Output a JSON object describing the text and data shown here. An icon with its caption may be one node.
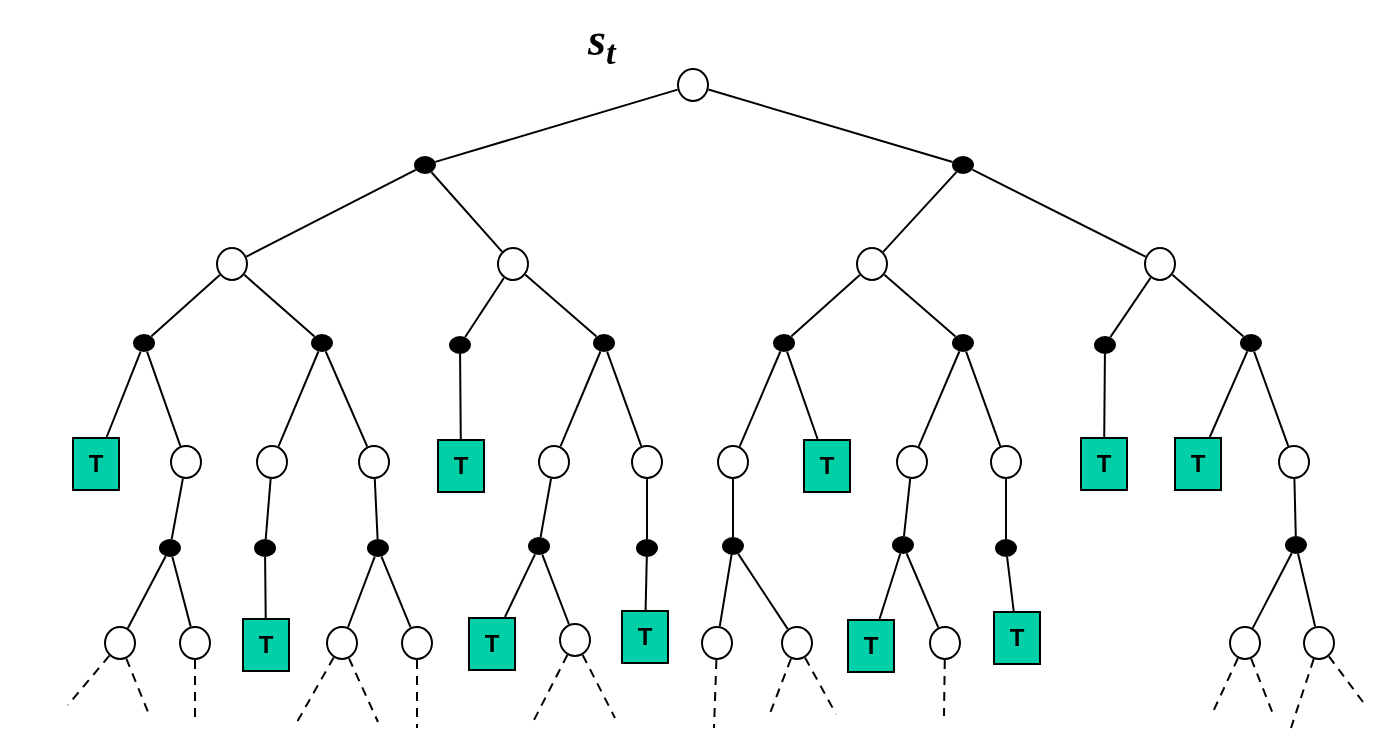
{
  "diagram": {
    "nodes": [
      {
        "text": [],
        "shape": "circle",
        "beside": [
          "s$_{t}$"
        ]
      },
      {
        "text": [],
        "shape": "dot"
      },
      {
        "text": [],
        "shape": "dot"
      },
      {
        "text": [],
        "shape": "circle"
      },
      {
        "text": [],
        "shape": "circle"
      },
      {
        "text": [],
        "shape": "circle"
      },
      {
        "text": [],
        "shape": "circle"
      },
      {
        "text": [],
        "shape": "dot"
      },
      {
        "text": [],
        "shape": "dot"
      },
      {
        "text": [],
        "shape": "dot"
      },
      {
        "text": [],
        "shape": "dot"
      },
      {
        "text": [],
        "shape": "dot"
      },
      {
        "text": [],
        "shape": "dot"
      },
      {
        "text": [],
        "shape": "dot"
      },
      {
        "text": [],
        "shape": "dot"
      },
      {
        "text": [
          "T"
        ]
      },
      {
        "text": [],
        "shape": "circle"
      },
      {
        "text": [],
        "shape": "circle"
      },
      {
        "text": [],
        "shape": "circle"
      },
      {
        "text": [
          "T"
        ]
      },
      {
        "text": [],
        "shape": "circle"
      },
      {
        "text": [],
        "shape": "circle"
      },
      {
        "text": [],
        "shape": "circle"
      },
      {
        "text": [
          "T"
        ]
      },
      {
        "text": [],
        "shape": "circle"
      },
      {
        "text": [],
        "shape": "circle"
      },
      {
        "text": [
          "T"
        ]
      },
      {
        "text": [
          "T"
        ]
      },
      {
        "text": [],
        "shape": "circle"
      },
      {
        "text": [],
        "shape": "dot"
      },
      {
        "text": [],
        "shape": "dot"
      },
      {
        "text": [],
        "shape": "dot"
      },
      {
        "text": [],
        "shape": "dot"
      },
      {
        "text": [],
        "shape": "dot"
      },
      {
        "text": [],
        "shape": "dot"
      },
      {
        "text": [],
        "shape": "dot"
      },
      {
        "text": [],
        "shape": "dot"
      },
      {
        "text": [],
        "shape": "dot"
      },
      {
        "text": [],
        "shape": "circle"
      },
      {
        "text": [],
        "shape": "circle"
      },
      {
        "text": [
          "T"
        ]
      },
      {
        "text": [],
        "shape": "circle"
      },
      {
        "text": [],
        "shape": "circle"
      },
      {
        "text": [
          "T"
        ]
      },
      {
        "text": [],
        "shape": "circle"
      },
      {
        "text": [
          "T"
        ]
      },
      {
        "text": [],
        "shape": "circle"
      },
      {
        "text": [],
        "shape": "circle"
      },
      {
        "text": [
          "T"
        ]
      },
      {
        "text": [],
        "shape": "circle"
      },
      {
        "text": [
          "T"
        ]
      },
      {
        "text": [],
        "shape": "circle"
      },
      {
        "text": [],
        "shape": "circle"
      }
    ],
    "edges": [
      {
        "from": 0,
        "to": 1,
        "arrow": "none"
      },
      {
        "from": 0,
        "to": 2,
        "arrow": "none"
      },
      {
        "from": 1,
        "to": 3,
        "arrow": "none"
      },
      {
        "from": 1,
        "to": 4,
        "arrow": "none"
      },
      {
        "from": 2,
        "to": 5,
        "arrow": "none"
      },
      {
        "from": 2,
        "to": 6,
        "arrow": "none"
      },
      {
        "from": 3,
        "to": 7,
        "arrow": "none"
      },
      {
        "from": 3,
        "to": 8,
        "arrow": "none"
      },
      {
        "from": 4,
        "to": 9,
        "arrow": "none"
      },
      {
        "from": 4,
        "to": 10,
        "arrow": "none"
      },
      {
        "from": 5,
        "to": 11,
        "arrow": "none"
      },
      {
        "from": 5,
        "to": 12,
        "arrow": "none"
      },
      {
        "from": 6,
        "to": 13,
        "arrow": "none"
      },
      {
        "from": 6,
        "to": 14,
        "arrow": "none"
      },
      {
        "from": 7,
        "to": 15,
        "arrow": "none"
      },
      {
        "from": 7,
        "to": 16,
        "arrow": "none"
      },
      {
        "from": 8,
        "to": 17,
        "arrow": "none"
      },
      {
        "from": 8,
        "to": 18,
        "arrow": "none"
      },
      {
        "from": 9,
        "to": 19,
        "arrow": "none"
      },
      {
        "from": 10,
        "to": 20,
        "arrow": "none"
      },
      {
        "from": 10,
        "to": 21,
        "arrow": "none"
      },
      {
        "from": 11,
        "to": 22,
        "arrow": "none"
      },
      {
        "from": 11,
        "to": 23,
        "arrow": "none"
      },
      {
        "from": 12,
        "to": 24,
        "arrow": "none"
      },
      {
        "from": 12,
        "to": 25,
        "arrow": "none"
      },
      {
        "from": 13,
        "to": 26,
        "arrow": "none"
      },
      {
        "from": 14,
        "to": 27,
        "arrow": "none"
      },
      {
        "from": 14,
        "to": 28,
        "arrow": "none"
      },
      {
        "from": 16,
        "to": 29,
        "arrow": "none"
      },
      {
        "from": 17,
        "to": 30,
        "arrow": "none"
      },
      {
        "from": 18,
        "to": 31,
        "arrow": "none"
      },
      {
        "from": 20,
        "to": 32,
        "arrow": "none"
      },
      {
        "from": 21,
        "to": 33,
        "arrow": "none"
      },
      {
        "from": 22,
        "to": 34,
        "arrow": "none"
      },
      {
        "from": 24,
        "to": 35,
        "arrow": "none"
      },
      {
        "from": 25,
        "to": 36,
        "arrow": "none"
      },
      {
        "from": 28,
        "to": 37,
        "arrow": "none"
      },
      {
        "from": 29,
        "to": 38,
        "arrow": "none"
      },
      {
        "from": 29,
        "to": 39,
        "arrow": "none"
      },
      {
        "from": 30,
        "to": 40,
        "arrow": "none"
      },
      {
        "from": 31,
        "to": 41,
        "arrow": "none"
      },
      {
        "from": 31,
        "to": 42,
        "arrow": "none"
      },
      {
        "from": 32,
        "to": 43,
        "arrow": "none"
      },
      {
        "from": 32,
        "to": 44,
        "arrow": "none"
      },
      {
        "from": 33,
        "to": 45,
        "arrow": "none"
      },
      {
        "from": 34,
        "to": 46,
        "arrow": "none"
      },
      {
        "from": 34,
        "to": 47,
        "arrow": "none"
      },
      {
        "from": 35,
        "to": 48,
        "arrow": "none"
      },
      {
        "from": 35,
        "to": 49,
        "arrow": "none"
      },
      {
        "from": 36,
        "to": 50,
        "arrow": "none"
      },
      {
        "from": 37,
        "to": 51,
        "arrow": "none"
      },
      {
        "from": 37,
        "to": 52,
        "arrow": "none"
      },
      {
        "from": 38,
        "to": null,
        "arrow": "none",
        "style": "dashed"
      },
      {
        "from": 38,
        "to": null,
        "arrow": "none",
        "style": "dashed"
      },
      {
        "from": 39,
        "to": null,
        "arrow": "none",
        "style": "dashed"
      },
      {
        "from": 41,
        "to": null,
        "arrow": "none",
        "style": "dashed"
      },
      {
        "from": 41,
        "to": null,
        "arrow": "none",
        "style": "dashed"
      },
      {
        "from": 42,
        "to": null,
        "arrow": "none",
        "style": "dashed"
      },
      {
        "from": 44,
        "to": null,
        "arrow": "none",
        "style": "dashed"
      },
      {
        "from": 44,
        "to": null,
        "arrow": "none",
        "style": "dashed"
      },
      {
        "from": 46,
        "to": null,
        "arrow": "none",
        "style": "dashed"
      },
      {
        "from": 47,
        "to": null,
        "arrow": "none",
        "style": "dashed"
      },
      {
        "from": 47,
        "to": null,
        "arrow": "none",
        "style": "dashed"
      },
      {
        "from": 49,
        "to": null,
        "arrow": "none",
        "style": "dashed"
      },
      {
        "from": 51,
        "to": null,
        "arrow": "none",
        "style": "dashed"
      },
      {
        "from": 51,
        "to": null,
        "arrow": "none",
        "style": "dashed"
      },
      {
        "from": 52,
        "to": null,
        "arrow": "none",
        "style": "dashed"
      },
      {
        "from": 52,
        "to": null,
        "arrow": "none",
        "style": "dashed"
      }
    ]
  }
}
